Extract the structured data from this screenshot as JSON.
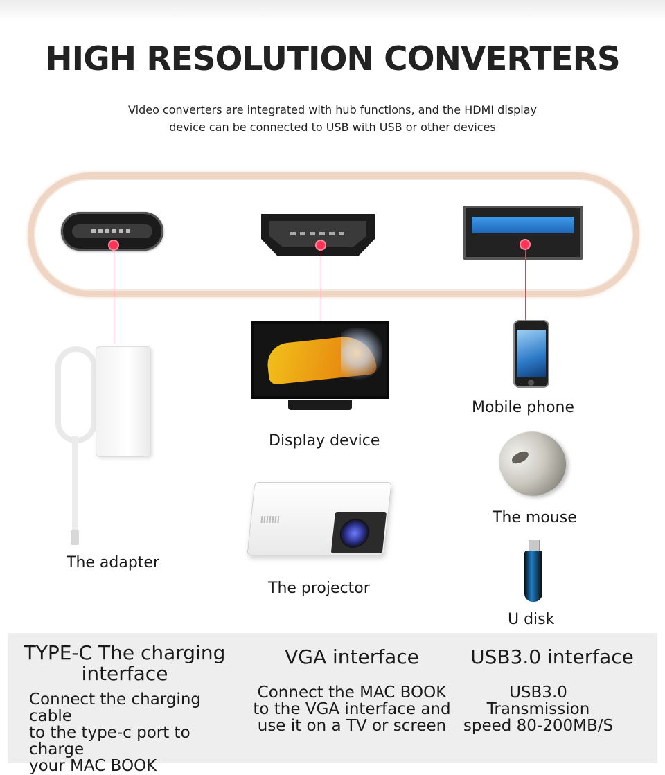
{
  "header": {
    "title": "HIGH RESOLUTION CONVERTERS",
    "subtitle_line1": "Video converters are integrated with hub functions, and the HDMI display",
    "subtitle_line2": "device can be connected to USB with USB or other devices"
  },
  "colors": {
    "hub_border": "#efd6c4",
    "connector_line": "#ff3355",
    "usb_blue": "#1f66b8",
    "panel_bg": "#eeeeee"
  },
  "ports": [
    {
      "icon": "type-c-port-icon"
    },
    {
      "icon": "hdmi-port-icon"
    },
    {
      "icon": "usb-port-icon"
    }
  ],
  "devices": {
    "adapter": "The adapter",
    "display": "Display device",
    "projector": "The projector",
    "phone": "Mobile phone",
    "mouse": "The mouse",
    "udisk": "U disk"
  },
  "features": [
    {
      "title_line1": "TYPE-C The charging",
      "title_line2": "interface",
      "desc_line1": "Connect the charging cable",
      "desc_line2": "to the type-c port to charge",
      "desc_line3": "your MAC BOOK"
    },
    {
      "title_line1": "VGA interface",
      "desc_line1": "Connect the MAC BOOK",
      "desc_line2": "to the VGA interface and",
      "desc_line3": "use it on a TV or screen"
    },
    {
      "title_line1": "USB3.0 interface",
      "desc_line1": "USB3.0",
      "desc_line2": "Transmission",
      "desc_line3": "speed 80-200MB/S"
    }
  ]
}
